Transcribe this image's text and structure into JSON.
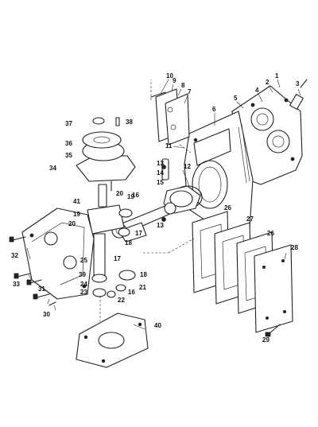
{
  "diagram": {
    "callouts": [
      {
        "id": "c1",
        "label": "1"
      },
      {
        "id": "c2",
        "label": "2"
      },
      {
        "id": "c3",
        "label": "3"
      },
      {
        "id": "c4",
        "label": "4"
      },
      {
        "id": "c5",
        "label": "5"
      },
      {
        "id": "c6",
        "label": "6"
      },
      {
        "id": "c7",
        "label": "7"
      },
      {
        "id": "c8",
        "label": "8"
      },
      {
        "id": "c9",
        "label": "9"
      },
      {
        "id": "c10",
        "label": "10"
      },
      {
        "id": "c11",
        "label": "11"
      },
      {
        "id": "c12",
        "label": "12"
      },
      {
        "id": "c13a",
        "label": "13"
      },
      {
        "id": "c13b",
        "label": "13"
      },
      {
        "id": "c14",
        "label": "14"
      },
      {
        "id": "c15",
        "label": "15"
      },
      {
        "id": "c16a",
        "label": "16"
      },
      {
        "id": "c16b",
        "label": "16"
      },
      {
        "id": "c17a",
        "label": "17"
      },
      {
        "id": "c17b",
        "label": "17"
      },
      {
        "id": "c18a",
        "label": "18"
      },
      {
        "id": "c18b",
        "label": "18"
      },
      {
        "id": "c19a",
        "label": "19"
      },
      {
        "id": "c19b",
        "label": "19"
      },
      {
        "id": "c20a",
        "label": "20"
      },
      {
        "id": "c20b",
        "label": "20"
      },
      {
        "id": "c21",
        "label": "21"
      },
      {
        "id": "c22",
        "label": "22"
      },
      {
        "id": "c23",
        "label": "23"
      },
      {
        "id": "c24",
        "label": "24"
      },
      {
        "id": "c25",
        "label": "25"
      },
      {
        "id": "c26a",
        "label": "26"
      },
      {
        "id": "c26b",
        "label": "26"
      },
      {
        "id": "c27",
        "label": "27"
      },
      {
        "id": "c28",
        "label": "28"
      },
      {
        "id": "c29",
        "label": "29"
      },
      {
        "id": "c30",
        "label": "30"
      },
      {
        "id": "c31",
        "label": "31"
      },
      {
        "id": "c32",
        "label": "32"
      },
      {
        "id": "c33",
        "label": "33"
      },
      {
        "id": "c34",
        "label": "34"
      },
      {
        "id": "c35",
        "label": "35"
      },
      {
        "id": "c36",
        "label": "36"
      },
      {
        "id": "c37",
        "label": "37"
      },
      {
        "id": "c38",
        "label": "38"
      },
      {
        "id": "c39",
        "label": "39"
      },
      {
        "id": "c40",
        "label": "40"
      },
      {
        "id": "c41",
        "label": "41"
      }
    ]
  }
}
